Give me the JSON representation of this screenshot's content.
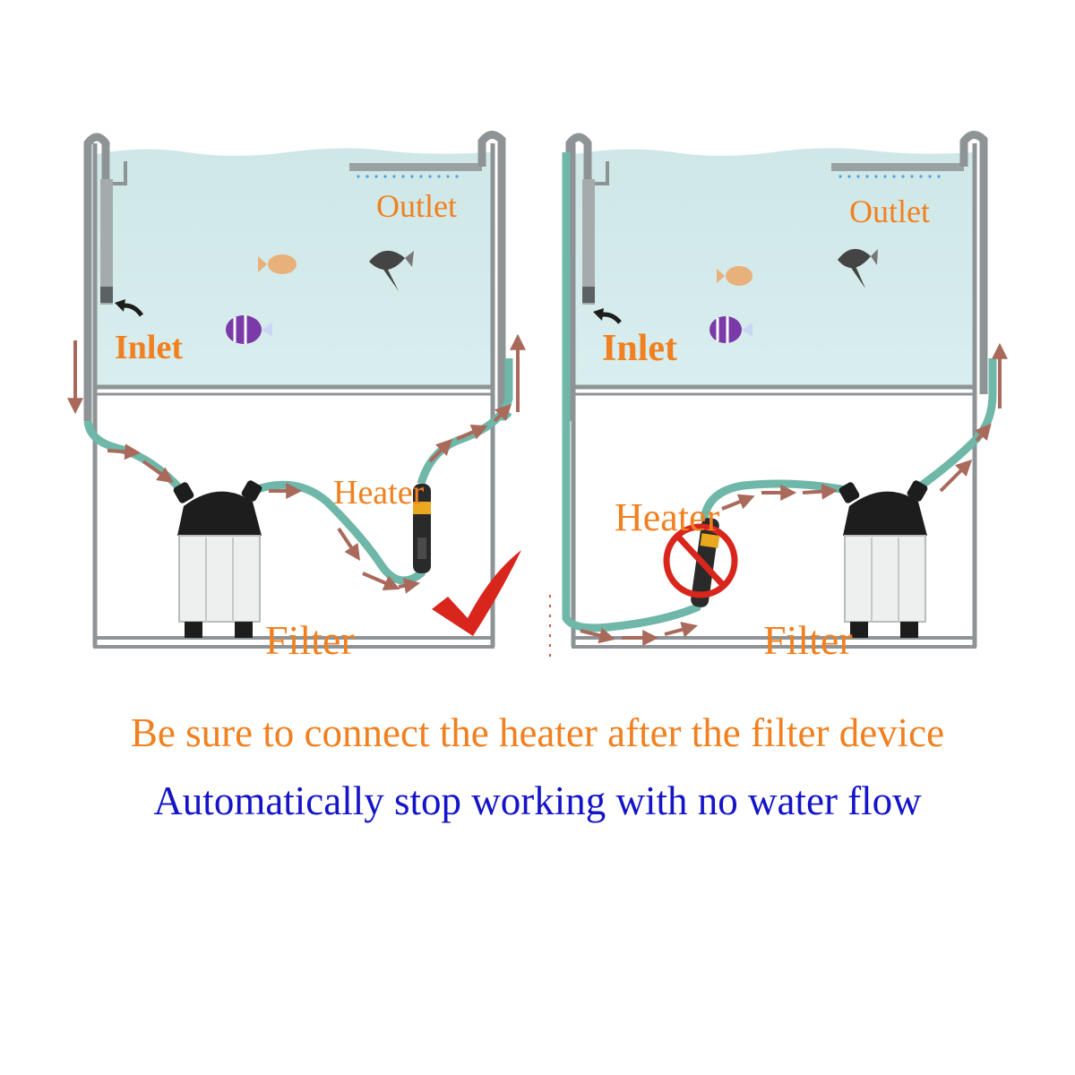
{
  "panels": [
    {
      "id": "correct",
      "labels": {
        "outlet": "Outlet",
        "inlet": "Inlet",
        "heater": "Heater",
        "filter": "Filter"
      }
    },
    {
      "id": "incorrect",
      "labels": {
        "outlet": "Outlet",
        "inlet": "Inlet",
        "heater": "Heater",
        "filter": "Filter"
      }
    }
  ],
  "captions": {
    "line1": "Be sure to connect the heater after the filter device",
    "line2": "Automatically stop working with no water flow"
  },
  "colors": {
    "label": "#f08020",
    "caption1": "#f08020",
    "caption2": "#1414c8",
    "water": "#d4ebeb",
    "hose": "#6fb7a8",
    "flow_arrow": "#a96a5c",
    "check": "#d8261d",
    "prohibit": "#d8261d"
  },
  "icons": [
    "check-mark-icon",
    "prohibited-icon",
    "flow-arrow-icon",
    "fish-icon"
  ]
}
